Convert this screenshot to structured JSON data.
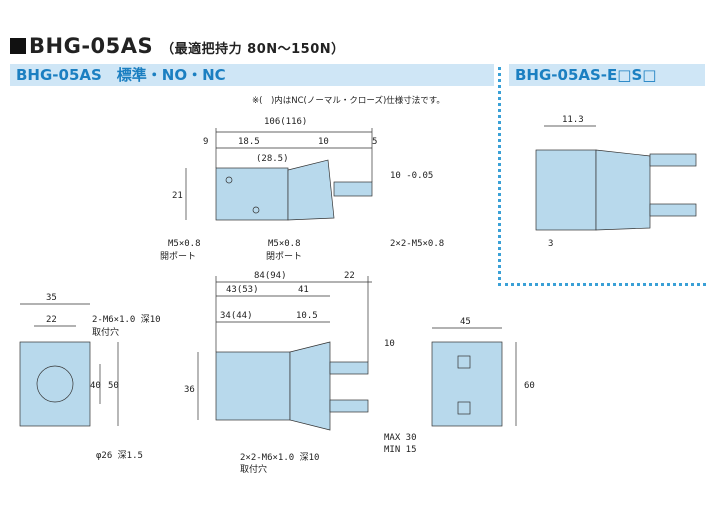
{
  "title": {
    "main": "BHG-05AS",
    "sub": "（最適把持力 80N～150N）"
  },
  "bar_left": "BHG-05AS　標準・NO・NC",
  "bar_right": "BHG-05AS-E□S□",
  "note": "※(　)内はNC(ノーマル・クローズ)仕様寸法です。",
  "dims": {
    "d106": "106(116)",
    "d9": "9",
    "d185": "18.5",
    "d285": "(28.5)",
    "d10a": "10",
    "d5": "5",
    "d10t": "10 -0.05",
    "d21": "21",
    "m5open": "M5×0.8",
    "open": "開ポート",
    "m5close": "M5×0.8",
    "close": "閉ポート",
    "m5x2": "2×2-M5×0.8",
    "d84": "84(94)",
    "d22a": "22",
    "d4353": "43(53)",
    "d41": "41",
    "d3444": "34(44)",
    "d105": "10.5",
    "d10b": "10",
    "d36": "36",
    "max30": "MAX 30",
    "min15": "MIN 15",
    "m6x2": "2×2-M6×1.0 深10",
    "hole2": "取付穴",
    "d35": "35",
    "d22b": "22",
    "m6": "2-M6×1.0 深10",
    "hole1": "取付穴",
    "d40": "40",
    "d50": "50",
    "phi": "φ26 深1.5",
    "d45": "45",
    "d60": "60",
    "d113": "11.3",
    "d3": "3"
  },
  "colors": {
    "body": "#b8d9ec",
    "bar": "#cfe6f6",
    "accent": "#1b7fc1",
    "dots": "#3aa0d6"
  }
}
